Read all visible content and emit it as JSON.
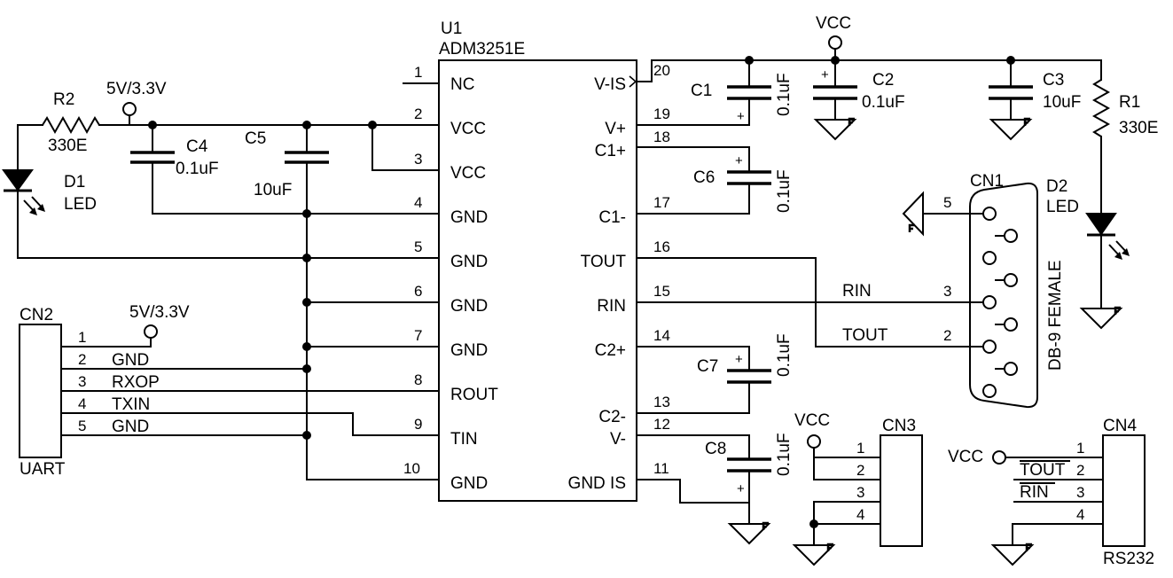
{
  "ic": {
    "ref": "U1",
    "part": "ADM3251E",
    "left_pins": [
      {
        "num": "1",
        "name": "NC"
      },
      {
        "num": "2",
        "name": "VCC"
      },
      {
        "num": "3",
        "name": "VCC"
      },
      {
        "num": "4",
        "name": "GND"
      },
      {
        "num": "5",
        "name": "GND"
      },
      {
        "num": "6",
        "name": "GND"
      },
      {
        "num": "7",
        "name": "GND"
      },
      {
        "num": "8",
        "name": "ROUT"
      },
      {
        "num": "9",
        "name": "TIN"
      },
      {
        "num": "10",
        "name": "GND"
      }
    ],
    "right_pins": [
      {
        "num": "20",
        "name": "V-IS"
      },
      {
        "num": "19",
        "name": "V+"
      },
      {
        "num": "18",
        "name": "C1+"
      },
      {
        "num": "17",
        "name": "C1-"
      },
      {
        "num": "16",
        "name": "TOUT"
      },
      {
        "num": "15",
        "name": "RIN"
      },
      {
        "num": "14",
        "name": "C2+"
      },
      {
        "num": "13",
        "name": "C2-"
      },
      {
        "num": "12",
        "name": "V-"
      },
      {
        "num": "11",
        "name": "GND IS"
      }
    ]
  },
  "supply": {
    "left": "5V/3.3V",
    "cn2": "5V/3.3V",
    "top": "VCC",
    "cn3": "VCC",
    "cn4": "VCC"
  },
  "r2": {
    "ref": "R2",
    "value": "330E"
  },
  "d1": {
    "ref": "D1",
    "type": "LED"
  },
  "c4": {
    "ref": "C4",
    "value": "0.1uF"
  },
  "c5": {
    "ref": "C5",
    "value": "10uF"
  },
  "c1": {
    "ref": "C1",
    "value": "0.1uF"
  },
  "c2": {
    "ref": "C2",
    "value": "0.1uF"
  },
  "c3": {
    "ref": "C3",
    "value": "10uF"
  },
  "r1": {
    "ref": "R1",
    "value": "330E"
  },
  "d2": {
    "ref": "D2",
    "type": "LED"
  },
  "c6": {
    "ref": "C6",
    "value": "0.1uF"
  },
  "c7": {
    "ref": "C7",
    "value": "0.1uF"
  },
  "c8": {
    "ref": "C8",
    "value": "0.1uF"
  },
  "cn1": {
    "ref": "CN1",
    "label": "DB-9 FEMALE",
    "pin5": "5",
    "pin3": "3",
    "pin2": "2",
    "rin": "RIN",
    "tout": "TOUT"
  },
  "cn2": {
    "ref": "CN2",
    "label": "UART",
    "pins": [
      {
        "num": "1",
        "name": ""
      },
      {
        "num": "2",
        "name": "GND"
      },
      {
        "num": "3",
        "name": "RXOP"
      },
      {
        "num": "4",
        "name": "TXIN"
      },
      {
        "num": "5",
        "name": "GND"
      }
    ]
  },
  "cn3": {
    "ref": "CN3",
    "pins": [
      "1",
      "2",
      "3",
      "4"
    ]
  },
  "cn4": {
    "ref": "CN4",
    "label": "RS232",
    "pins": [
      {
        "num": "1",
        "name": ""
      },
      {
        "num": "2",
        "name": "TOUT"
      },
      {
        "num": "3",
        "name": "RIN"
      },
      {
        "num": "4",
        "name": ""
      }
    ]
  },
  "ground_mark": "F",
  "plus_mark": "+"
}
